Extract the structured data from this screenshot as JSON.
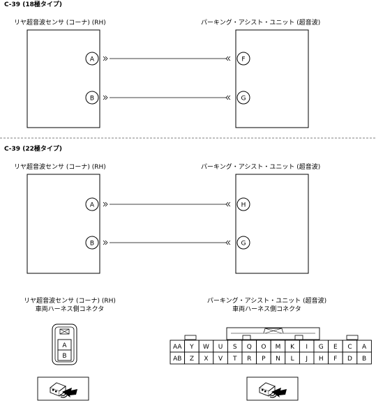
{
  "section1": {
    "title": "C-39 (18極タイプ)",
    "left_label": "リヤ超音波センサ (コーナ) (RH)",
    "right_label": "パーキング・アシスト・ユニット (超音波)",
    "wires": [
      {
        "from": "A",
        "to": "F"
      },
      {
        "from": "B",
        "to": "G"
      }
    ]
  },
  "section2": {
    "title": "C-39 (22極タイプ)",
    "left_label": "リヤ超音波センサ (コーナ) (RH)",
    "right_label": "パーキング・アシスト・ユニット (超音波)",
    "wires": [
      {
        "from": "A",
        "to": "H"
      },
      {
        "from": "B",
        "to": "G"
      }
    ]
  },
  "connectors": {
    "left": {
      "label_line1": "リヤ超音波センサ (コーナ) (RH)",
      "label_line2": "車両ハーネス側コネクタ",
      "pins": [
        "A",
        "B"
      ]
    },
    "right": {
      "label_line1": "パーキング・アシスト・ユニット (超音波)",
      "label_line2": "車両ハーネス側コネクタ",
      "row1": [
        "AA",
        "Y",
        "W",
        "U",
        "S",
        "Q",
        "O",
        "M",
        "K",
        "I",
        "G",
        "E",
        "C",
        "A"
      ],
      "row2": [
        "AB",
        "Z",
        "X",
        "V",
        "T",
        "R",
        "P",
        "N",
        "L",
        "J",
        "H",
        "F",
        "D",
        "B"
      ]
    }
  }
}
